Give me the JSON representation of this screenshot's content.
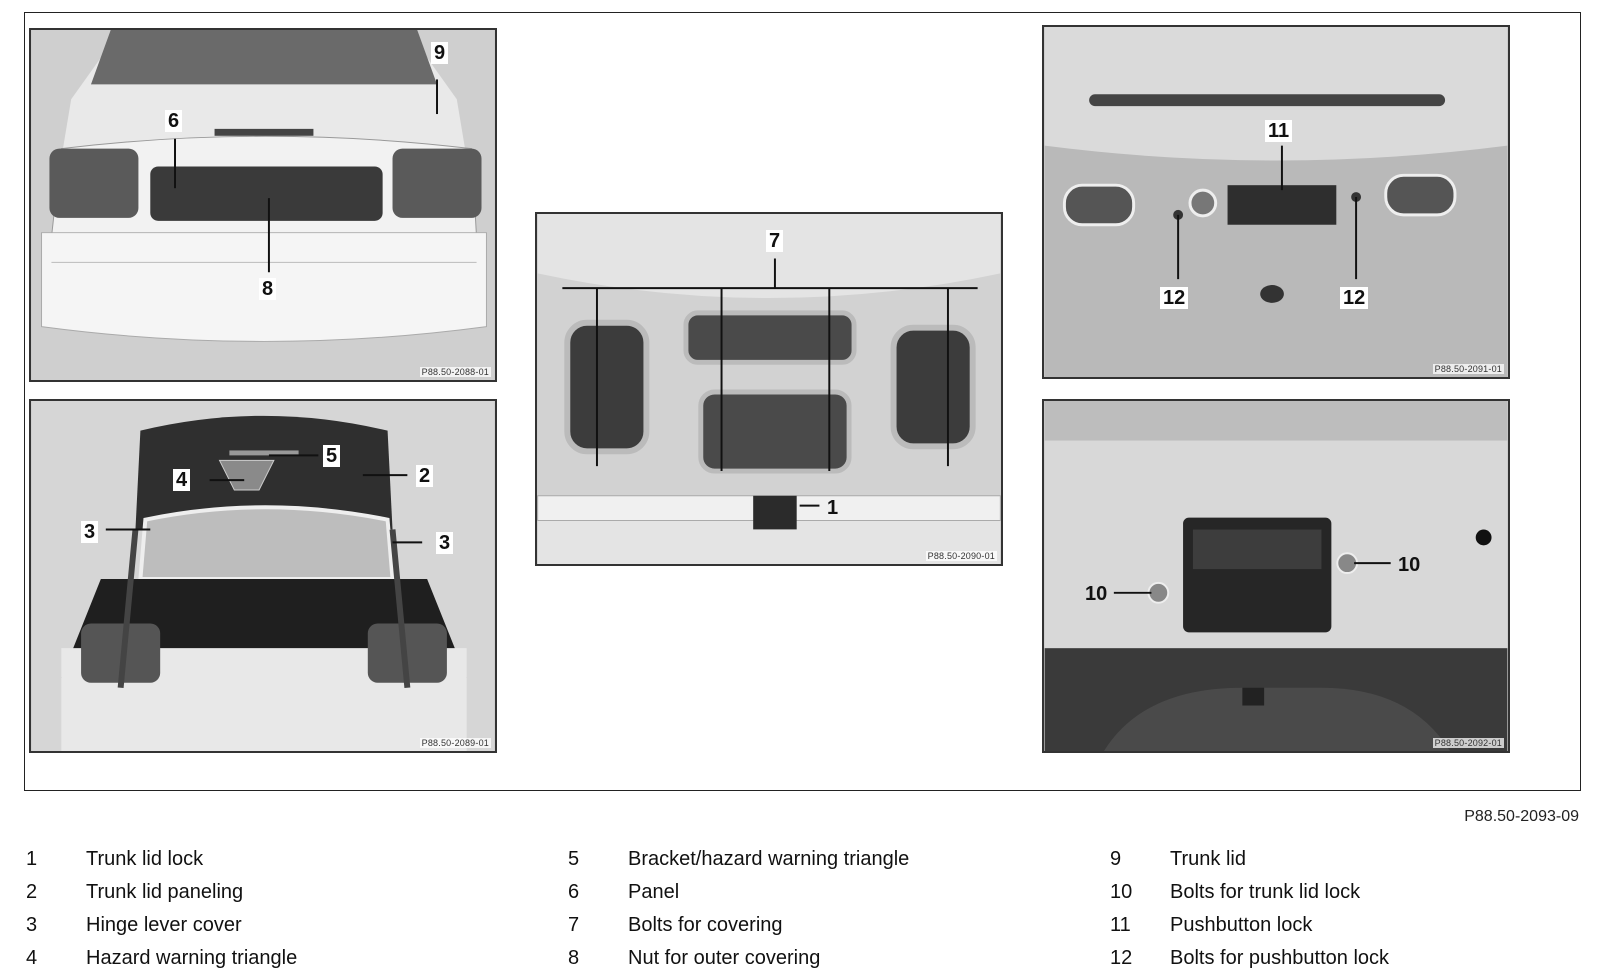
{
  "figure": {
    "reference": "P88.50-2093-09",
    "photos": [
      {
        "id": "P88.50-2088-01",
        "callouts": [
          "6",
          "8",
          "9"
        ]
      },
      {
        "id": "P88.50-2089-01",
        "callouts": [
          "5",
          "4",
          "2",
          "3",
          "3"
        ]
      },
      {
        "id": "P88.50-2090-01",
        "callouts": [
          "7",
          "1"
        ]
      },
      {
        "id": "P88.50-2091-01",
        "callouts": [
          "11",
          "12",
          "12"
        ]
      },
      {
        "id": "P88.50-2092-01",
        "callouts": [
          "10",
          "10"
        ]
      }
    ]
  },
  "legend": [
    {
      "num": "1",
      "text": "Trunk lid lock"
    },
    {
      "num": "2",
      "text": "Trunk lid paneling"
    },
    {
      "num": "3",
      "text": "Hinge lever cover"
    },
    {
      "num": "4",
      "text": "Hazard warning triangle"
    },
    {
      "num": "5",
      "text": "Bracket/hazard warning triangle"
    },
    {
      "num": "6",
      "text": "Panel"
    },
    {
      "num": "7",
      "text": "Bolts for covering"
    },
    {
      "num": "8",
      "text": "Nut for outer covering"
    },
    {
      "num": "9",
      "text": "Trunk lid"
    },
    {
      "num": "10",
      "text": "Bolts for trunk lid lock"
    },
    {
      "num": "11",
      "text": "Pushbutton lock"
    },
    {
      "num": "12",
      "text": "Bolts for pushbutton lock"
    }
  ]
}
